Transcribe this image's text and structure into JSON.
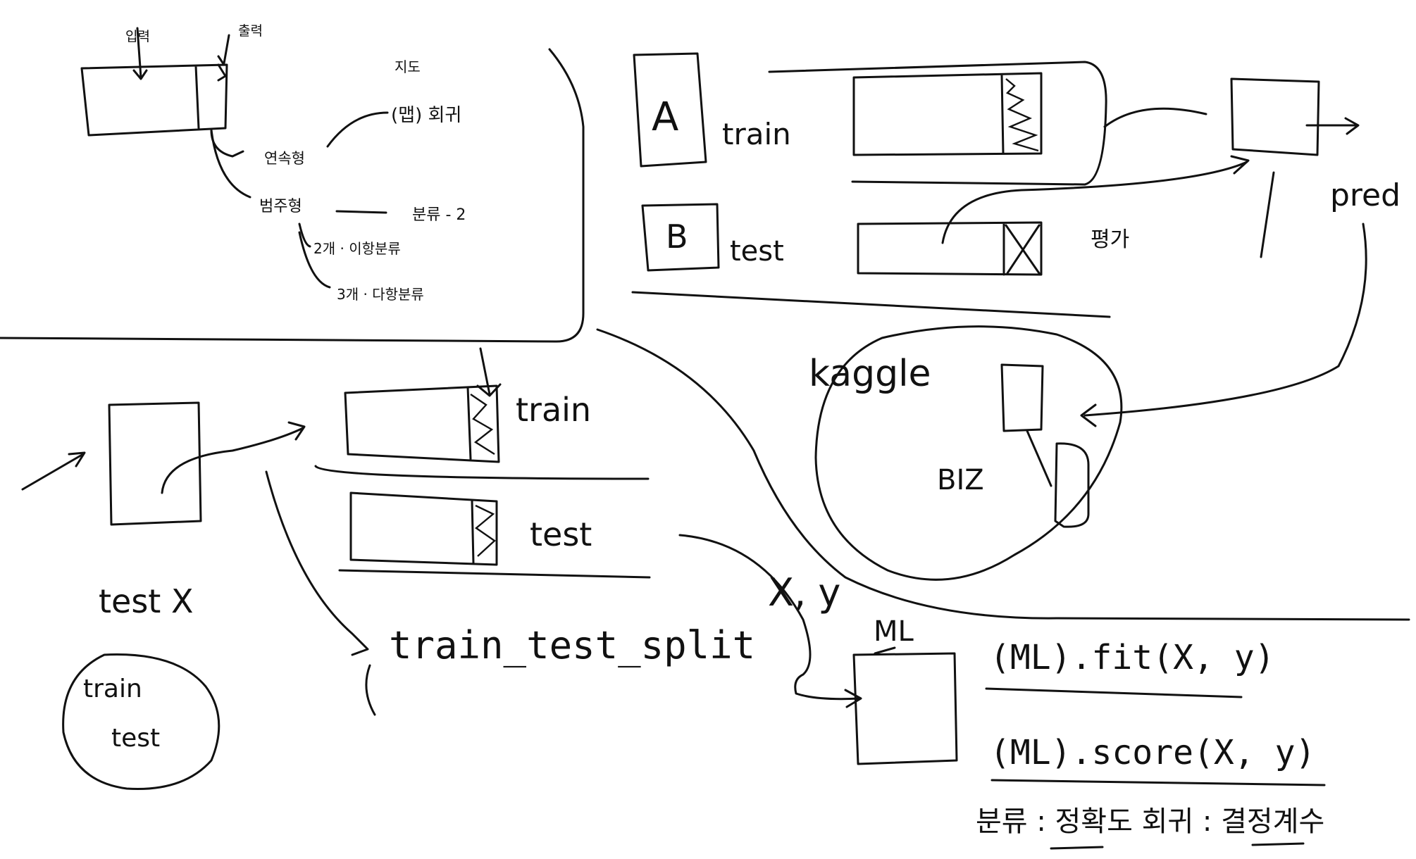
{
  "labels": {
    "input": "입력",
    "output": "출력",
    "supervised": "지도",
    "continuous": "연속형",
    "regression": "(맵) 회귀",
    "categorical": "범주형",
    "classification": "분류 - 2",
    "two_class": "2개 · 이항분류",
    "three_class": "3개 · 다항분류",
    "box_a": "A",
    "train_a": "train",
    "box_b": "B",
    "test_b": "test",
    "evaluate": "평가",
    "pred": "pred",
    "kaggle": "kaggle",
    "biz": "BIZ",
    "train_mid": "train",
    "test_mid": "test",
    "test_x": "test X",
    "circle_train": "train",
    "circle_test": "test",
    "split": "train_test_split",
    "xy": "X, y",
    "ml": "ML",
    "fit": "(ML).fit(X, y)",
    "score": "(ML).score(X, y)",
    "metrics": "분류 : 정확도   회귀 : 결정계수"
  }
}
